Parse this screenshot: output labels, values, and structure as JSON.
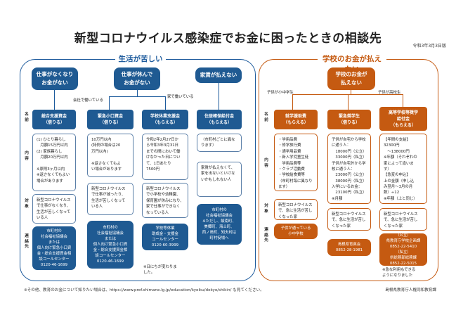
{
  "title": "新型コロナウイルス感染症でお金に困ったときの相談先",
  "date": "令和3年3月3日版",
  "row_labels": {
    "name": "名\n前",
    "content": "内\n容",
    "target": "対\n象",
    "contact": "連\n絡\n先"
  },
  "left": {
    "section_title": "生活が苦しい",
    "top_boxes": {
      "no_work": "仕事がなくなり\nお金がない",
      "leave": "仕事が休んで\nお金がない",
      "rent": "家賃が払えない"
    },
    "labels": {
      "company_leave": "会社で働いている",
      "worked_at_home": "家で働いている"
    },
    "columns": [
      {
        "name": "総合支援資金\n（借りる）",
        "content": "(1) ひとり暮らし\n　月額15万円以内\n(2) 家族暮らし\n　月額20万円以内\n\n※原則3ヶ月以内\n※返さなくてもよい\n場合があります",
        "target": "新型コロナウイルス\nで仕事がなくなり、\n生活が苦しくなって\nいる人",
        "contact": "市町村の\n社会福祉協議会\nまたは\n個人向け緊急小口資\n金・総合支援資金相\n談コールセンター\n0120-46-1699",
        "note": ""
      },
      {
        "name": "緊急小口資金\n（借りる）",
        "content": "10万円以内\n(特例の場合は20\n万円以内)\n\n※返さなくてもよ\nい場合があります",
        "target": "新型コロナウイルス\nで仕事が減ったり、\n生活が苦しくなって\nいる人",
        "contact": "市町村の\n社会福祉協議会\nまたは\n個人向け緊急小口資\n金・総合支援資金相\n談コールセンター\n0120-46-1699",
        "note": ""
      },
      {
        "name": "学校休業支援金\n（もらえる）",
        "content": "令和2年2月27日か\nら令和3年3月31日\nまでの間において働\nけなかった日につい\nて、1日あたり\n7500円",
        "target": "新型コロナウイルス\nで小学校や幼稚園、\n保育園が休みになり、\n家で仕事ができなく\nなっている人",
        "contact": "学校等休業\n助成金・支援金\nコールセンター\n0120-60-3999",
        "note": "※日にちが変わりま\nした。"
      },
      {
        "name": "住居確保給付金\n（もらえる）",
        "content": "（市町村ごとに異な\nります）",
        "target": "家賃が払えなくて、\n家を出ないといけな\nいかもしれない人",
        "contact": "市町村の\n社会福祉協議会\n※ただし、飯南町、\n美郷町、海士町、\n西ノ島町、知夫村は\n町村役場へ",
        "note": ""
      }
    ]
  },
  "right": {
    "section_title": "学校のお金が払えない",
    "top_box": "学校のお金が\n払えない",
    "labels": {
      "elementary": "子供が小中学生",
      "high": "子供が高校生"
    },
    "columns": [
      {
        "name": "就学援助費\n（もらえる）",
        "content": "・学用品費\n・修学旅行費\n・通学用品費\n・新入学児童生徒\n　学用品費等\n・クラブ活動費\n・学校給食費等\n（市町村毎に異なり\nます）",
        "target": "新型コロナウイルス\nで、急に生活が苦し\nくなった家",
        "contact": "子供が通っている\n小中学校",
        "note": ""
      },
      {
        "name": "緊急奨学生\n（借りる）",
        "content": "子供が自宅から学校\nに通う人：\n　18000円（公立）\n　33000円（私立）\n子供が自宅外から学\n校に通う人：\n　23000円（公立）\n　38000円（私立）\n入学にいるお金：\n　23100円（私立）\n※月額",
        "target": "新型コロナウイルス\nで、急に生活が苦し\nくなった家",
        "contact": "島根県育英会\n0852-28-1981",
        "note": ""
      },
      {
        "name": "高等学校等奨学\n給付金\n（もらえる）",
        "content": "【年間の支給】\n32300円\n　～138000円\n※年額（それぞれの\n家によって違いま\nす）\n【急変の申込】\n上の金額（申し込\nみ翌月～3月の月\n数）÷12\n※年額（上と同じ）",
        "target": "新型コロナウイルス\nで、急に生活が苦し\nくなった家",
        "contact": "（公立）\n県教育庁学校企画課\n0852-22-5410\n（私立）\n県総務部総務課\n0852-22-5015",
        "note": "※急な利用もできる\nようになりました"
      }
    ]
  },
  "footer": {
    "left": "※その他、教育のお金について知りたい場合は、https://www.pref.shimane.lg.jp/education/kyoiku/dokyo/shikin/ も見てください。",
    "right": "島根県教育庁人権同和教育課"
  },
  "colors": {
    "blue": "#1f5a92",
    "orange": "#c55a11"
  }
}
